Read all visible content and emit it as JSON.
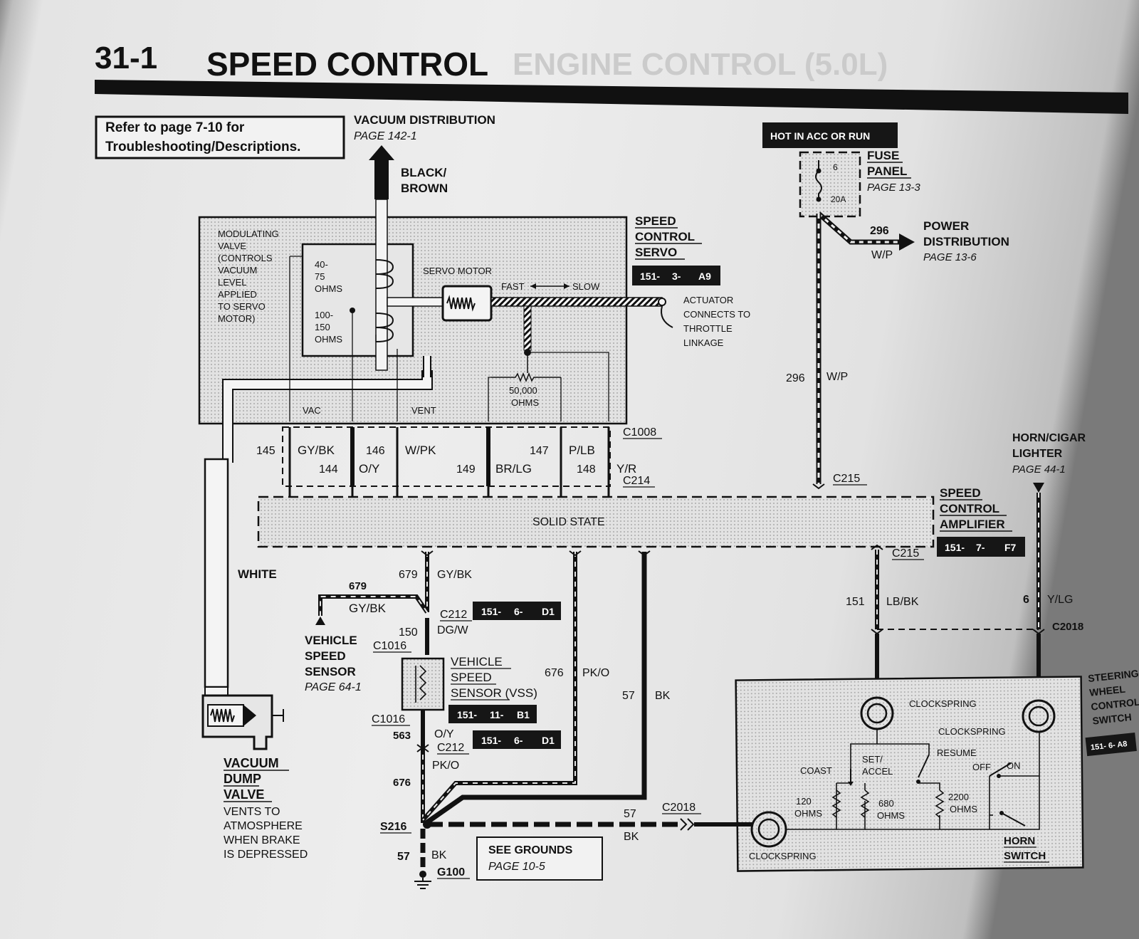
{
  "header": {
    "section_number": "31-1",
    "title": "SPEED CONTROL",
    "ghost_title": "ENGINE CONTROL (5.0L)"
  },
  "refer_box": {
    "line1": "Refer to page 7-10 for",
    "line2": "Troubleshooting/Descriptions."
  },
  "vacuum_distribution": {
    "label": "VACUUM DISTRIBUTION",
    "page": "PAGE 142-1",
    "hose": [
      "BLACK/",
      "BROWN"
    ]
  },
  "servo": {
    "title": [
      "SPEED",
      "CONTROL",
      "SERVO"
    ],
    "ref": [
      "151-",
      "3-",
      "A9"
    ],
    "valve_label": [
      "MODULATING",
      "VALVE",
      "(CONTROLS",
      "VACUUM",
      "LEVEL",
      "APPLIED",
      "TO SERVO",
      "MOTOR)"
    ],
    "coil1": [
      "40-",
      "75",
      "OHMS"
    ],
    "coil2": [
      "100-",
      "150",
      "OHMS"
    ],
    "motor_label": "SERVO MOTOR",
    "fast": "FAST",
    "slow": "SLOW",
    "pot": [
      "50,000",
      "OHMS"
    ],
    "vac": "VAC",
    "vent": "VENT",
    "actuator": [
      "ACTUATOR",
      "CONNECTS TO",
      "THROTTLE",
      "LINKAGE"
    ]
  },
  "hot_label": "HOT IN ACC OR RUN",
  "fuse_panel": {
    "title": [
      "FUSE",
      "PANEL"
    ],
    "page": "PAGE 13-3",
    "fuse_no": "6",
    "amps": "20A"
  },
  "power_distribution": {
    "wire_no": "296",
    "color": "W/P",
    "title": [
      "POWER",
      "DISTRIBUTION"
    ],
    "page": "PAGE 13-6"
  },
  "wire_296": {
    "no": "296",
    "color": "W/P"
  },
  "connectors": {
    "c1008": "C1008",
    "c214": "C214",
    "c215a": "C215",
    "c215b": "C215",
    "c2018a": "C2018",
    "c2018b": "C2018"
  },
  "servo_wires": [
    {
      "no": "145",
      "color": "GY/BK"
    },
    {
      "no": "144",
      "color": "O/Y"
    },
    {
      "no": "146",
      "color": "W/PK"
    },
    {
      "no": "149",
      "color": "BR/LG"
    },
    {
      "no": "147",
      "color": "P/LB"
    },
    {
      "no": "148",
      "color": "Y/R"
    }
  ],
  "amplifier": {
    "body": "SOLID STATE",
    "title": [
      "SPEED",
      "CONTROL",
      "AMPLIFIER"
    ],
    "ref": [
      "151-",
      "7-",
      "F7"
    ]
  },
  "horn_cigar": {
    "title": [
      "HORN/CIGAR",
      "LIGHTER"
    ],
    "page": "PAGE 44-1"
  },
  "wire_6": {
    "no": "6",
    "color": "Y/LG"
  },
  "wire_151": {
    "no": "151",
    "color": "LB/BK"
  },
  "white_hose": "WHITE",
  "vss_wires": {
    "w679a": {
      "no": "679",
      "color": "GY/BK"
    },
    "w679b": {
      "no": "679",
      "color": "GY/BK"
    },
    "c212a": "C212",
    "c212b": "C212",
    "ref_d1a": [
      "151-",
      "6-",
      "D1"
    ],
    "ref_d1b": [
      "151-",
      "6-",
      "D1"
    ],
    "w150": {
      "no": "150",
      "color": "DG/W"
    },
    "c1016a": "C1016",
    "c1016b": "C1016",
    "w563": {
      "no": "563",
      "color": "O/Y"
    },
    "w676a": {
      "no": "676",
      "color": "PK/O"
    },
    "w676b": {
      "no": "676",
      "color": "PK/O"
    },
    "w57a": {
      "no": "57",
      "color": "BK"
    },
    "w57b": {
      "no": "57",
      "color": "BK"
    },
    "w57c": {
      "no": "57",
      "color": "BK"
    }
  },
  "vss_remote": {
    "title": [
      "VEHICLE",
      "SPEED",
      "SENSOR"
    ],
    "page": "PAGE 64-1"
  },
  "vss": {
    "title": [
      "VEHICLE",
      "SPEED",
      "SENSOR (VSS)"
    ],
    "ref": [
      "151-",
      "11-",
      "B1"
    ]
  },
  "dump_valve": {
    "title": [
      "VACUUM",
      "DUMP",
      "VALVE"
    ],
    "desc": [
      "VENTS TO",
      "ATMOSPHERE",
      "WHEN BRAKE",
      "IS DEPRESSED"
    ]
  },
  "splice": {
    "s216": "S216",
    "g100": "G100"
  },
  "grounds": {
    "title": "SEE GROUNDS",
    "page": "PAGE 10-5"
  },
  "switch": {
    "title": [
      "STEERING",
      "WHEEL",
      "CONTROL",
      "SWITCH"
    ],
    "ref": "151- 6- A8",
    "clockspring1": "CLOCKSPRING",
    "clockspring2": "CLOCKSPRING",
    "clockspring3": "CLOCKSPRING",
    "coast": "COAST",
    "set_accel": [
      "SET/",
      "ACCEL"
    ],
    "resume": "RESUME",
    "off": "OFF",
    "on": "ON",
    "r120": [
      "120",
      "OHMS"
    ],
    "r680": [
      "680",
      "OHMS"
    ],
    "r2200": [
      "2200",
      "OHMS"
    ],
    "horn": [
      "HORN",
      "SWITCH"
    ]
  }
}
